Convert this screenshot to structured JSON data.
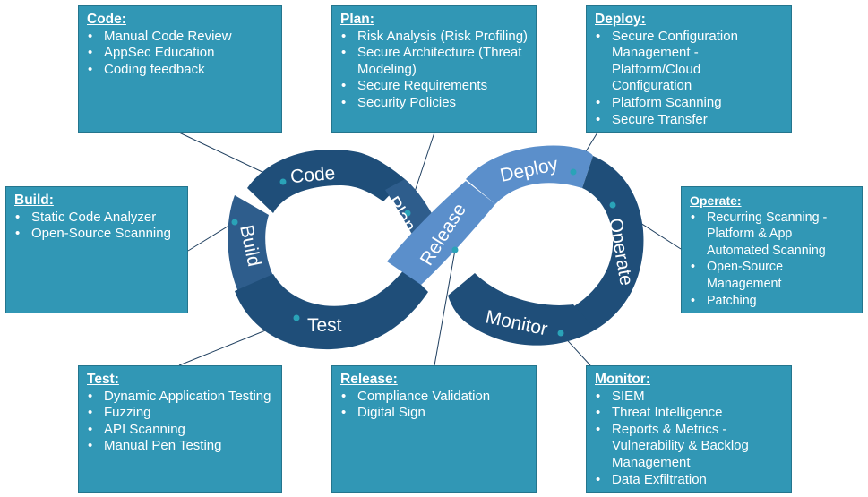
{
  "stages": {
    "code": "Code",
    "build": "Build",
    "test": "Test",
    "plan": "Plan",
    "release": "Release",
    "deploy": "Deploy",
    "operate": "Operate",
    "monitor": "Monitor"
  },
  "boxes": {
    "code": {
      "title": "Code:",
      "items": [
        "Manual Code Review",
        "AppSec Education",
        "Coding feedback"
      ]
    },
    "plan": {
      "title": "Plan:",
      "items": [
        "Risk Analysis (Risk Profiling)",
        "Secure Architecture (Threat Modeling)",
        "Secure Requirements",
        "Security Policies"
      ]
    },
    "deploy": {
      "title": "Deploy:",
      "items": [
        "Secure Configuration Management - Platform/Cloud Configuration",
        "Platform Scanning",
        "Secure Transfer"
      ]
    },
    "build": {
      "title": "Build:",
      "items": [
        "Static Code Analyzer",
        "Open-Source Scanning"
      ]
    },
    "operate": {
      "title": "Operate:",
      "items": [
        "Recurring Scanning - Platform & App Automated Scanning",
        "Open-Source Management",
        "Patching"
      ]
    },
    "test": {
      "title": "Test:",
      "items": [
        "Dynamic Application Testing",
        "Fuzzing",
        "API Scanning",
        "Manual Pen Testing"
      ]
    },
    "release": {
      "title": "Release:",
      "items": [
        "Compliance Validation",
        "Digital Sign"
      ]
    },
    "monitor": {
      "title": "Monitor:",
      "items": [
        "SIEM",
        "Threat Intelligence",
        "Reports & Metrics - Vulnerability & Backlog Management",
        "Data Exfiltration"
      ]
    }
  },
  "colors": {
    "box_fill": "#3197b5",
    "box_border": "#24758d",
    "loop_dark": "#1f4e79",
    "loop_mid": "#2e5d8c",
    "loop_light": "#5b8fcb",
    "connector": "#1f3f5f"
  }
}
